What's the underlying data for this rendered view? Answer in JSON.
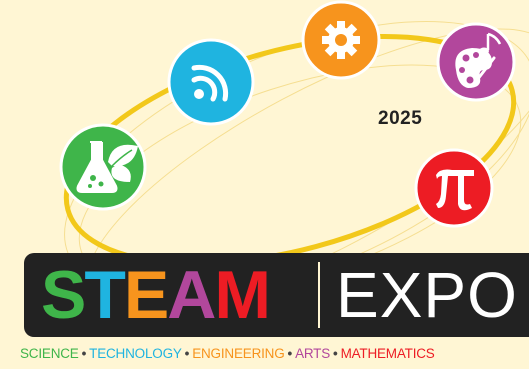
{
  "event": {
    "year": "2025",
    "title_letters": [
      {
        "char": "S",
        "color": "#3fb54a"
      },
      {
        "char": "T",
        "color": "#1fb4e0"
      },
      {
        "char": "E",
        "color": "#f7941d"
      },
      {
        "char": "A",
        "color": "#b2479c"
      },
      {
        "char": "M",
        "color": "#ed1c24"
      }
    ],
    "title_suffix": "EXPO",
    "tagline": [
      {
        "word": "SCIENCE",
        "color": "#3fb54a"
      },
      {
        "word": "TECHNOLOGY",
        "color": "#1fb4e0"
      },
      {
        "word": "ENGINEERING",
        "color": "#f7941d"
      },
      {
        "word": "ARTS",
        "color": "#b2479c"
      },
      {
        "word": "MATHEMATICS",
        "color": "#ed1c24"
      }
    ],
    "separator": "•"
  },
  "icons": [
    {
      "name": "flask-leaf-icon",
      "color": "#3fb54a"
    },
    {
      "name": "wifi-signal-icon",
      "color": "#1fb4e0"
    },
    {
      "name": "gear-icon",
      "color": "#f7941d"
    },
    {
      "name": "palette-music-icon",
      "color": "#b2479c"
    },
    {
      "name": "pi-icon",
      "color": "#ed1c24"
    }
  ],
  "colors": {
    "background": "#fff6d4",
    "orbit": "#f2c81a",
    "banner": "#222222"
  }
}
